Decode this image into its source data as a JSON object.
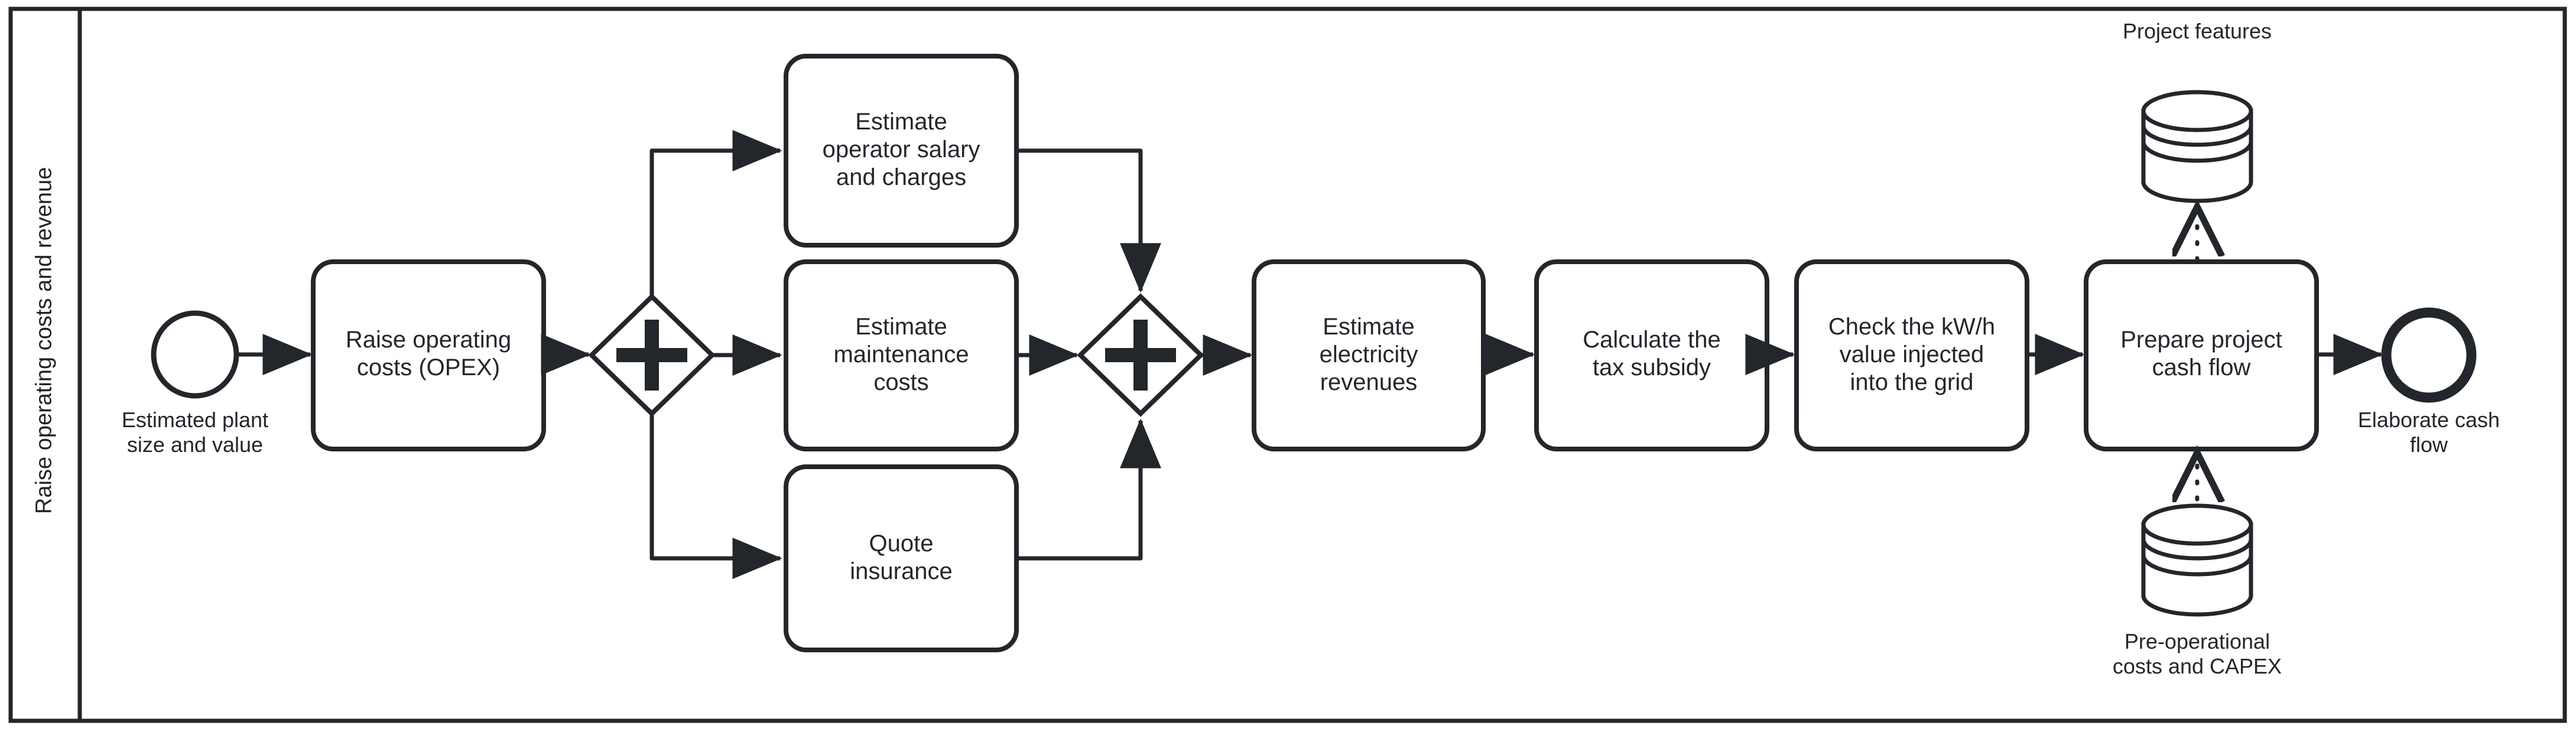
{
  "diagram": {
    "type": "BPMN process diagram",
    "lane": {
      "title": "Raise operating costs and revenue"
    },
    "colors": {
      "stroke": "#23262b",
      "fill": "#ffffff",
      "text": "#23262b",
      "background": "#ffffff"
    },
    "events": [
      {
        "id": "start",
        "kind": "start-event",
        "label": "Estimated plant\nsize and value"
      },
      {
        "id": "end",
        "kind": "end-event",
        "label": "Elaborate cash\nflow"
      }
    ],
    "gateways": [
      {
        "id": "gw-split",
        "kind": "parallel-gateway",
        "symbol": "+"
      },
      {
        "id": "gw-join",
        "kind": "parallel-gateway",
        "symbol": "+"
      }
    ],
    "tasks": [
      {
        "id": "t-opex",
        "label": "Raise operating\ncosts (OPEX)"
      },
      {
        "id": "t-salary",
        "label": "Estimate\noperator salary\nand charges"
      },
      {
        "id": "t-maintenance",
        "label": "Estimate\nmaintenance\ncosts"
      },
      {
        "id": "t-insurance",
        "label": "Quote\ninsurance"
      },
      {
        "id": "t-electricity",
        "label": "Estimate\nelectricity\nrevenues"
      },
      {
        "id": "t-subsidy",
        "label": "Calculate the\ntax subsidy"
      },
      {
        "id": "t-kwh",
        "label": "Check the kW/h\nvalue injected\ninto the grid"
      },
      {
        "id": "t-cashflow",
        "label": "Prepare project\ncash flow"
      }
    ],
    "data_stores": [
      {
        "id": "ds-features",
        "label": "Project features",
        "position": "top"
      },
      {
        "id": "ds-capex",
        "label": "Pre-operational\ncosts and CAPEX",
        "position": "bottom"
      }
    ]
  }
}
